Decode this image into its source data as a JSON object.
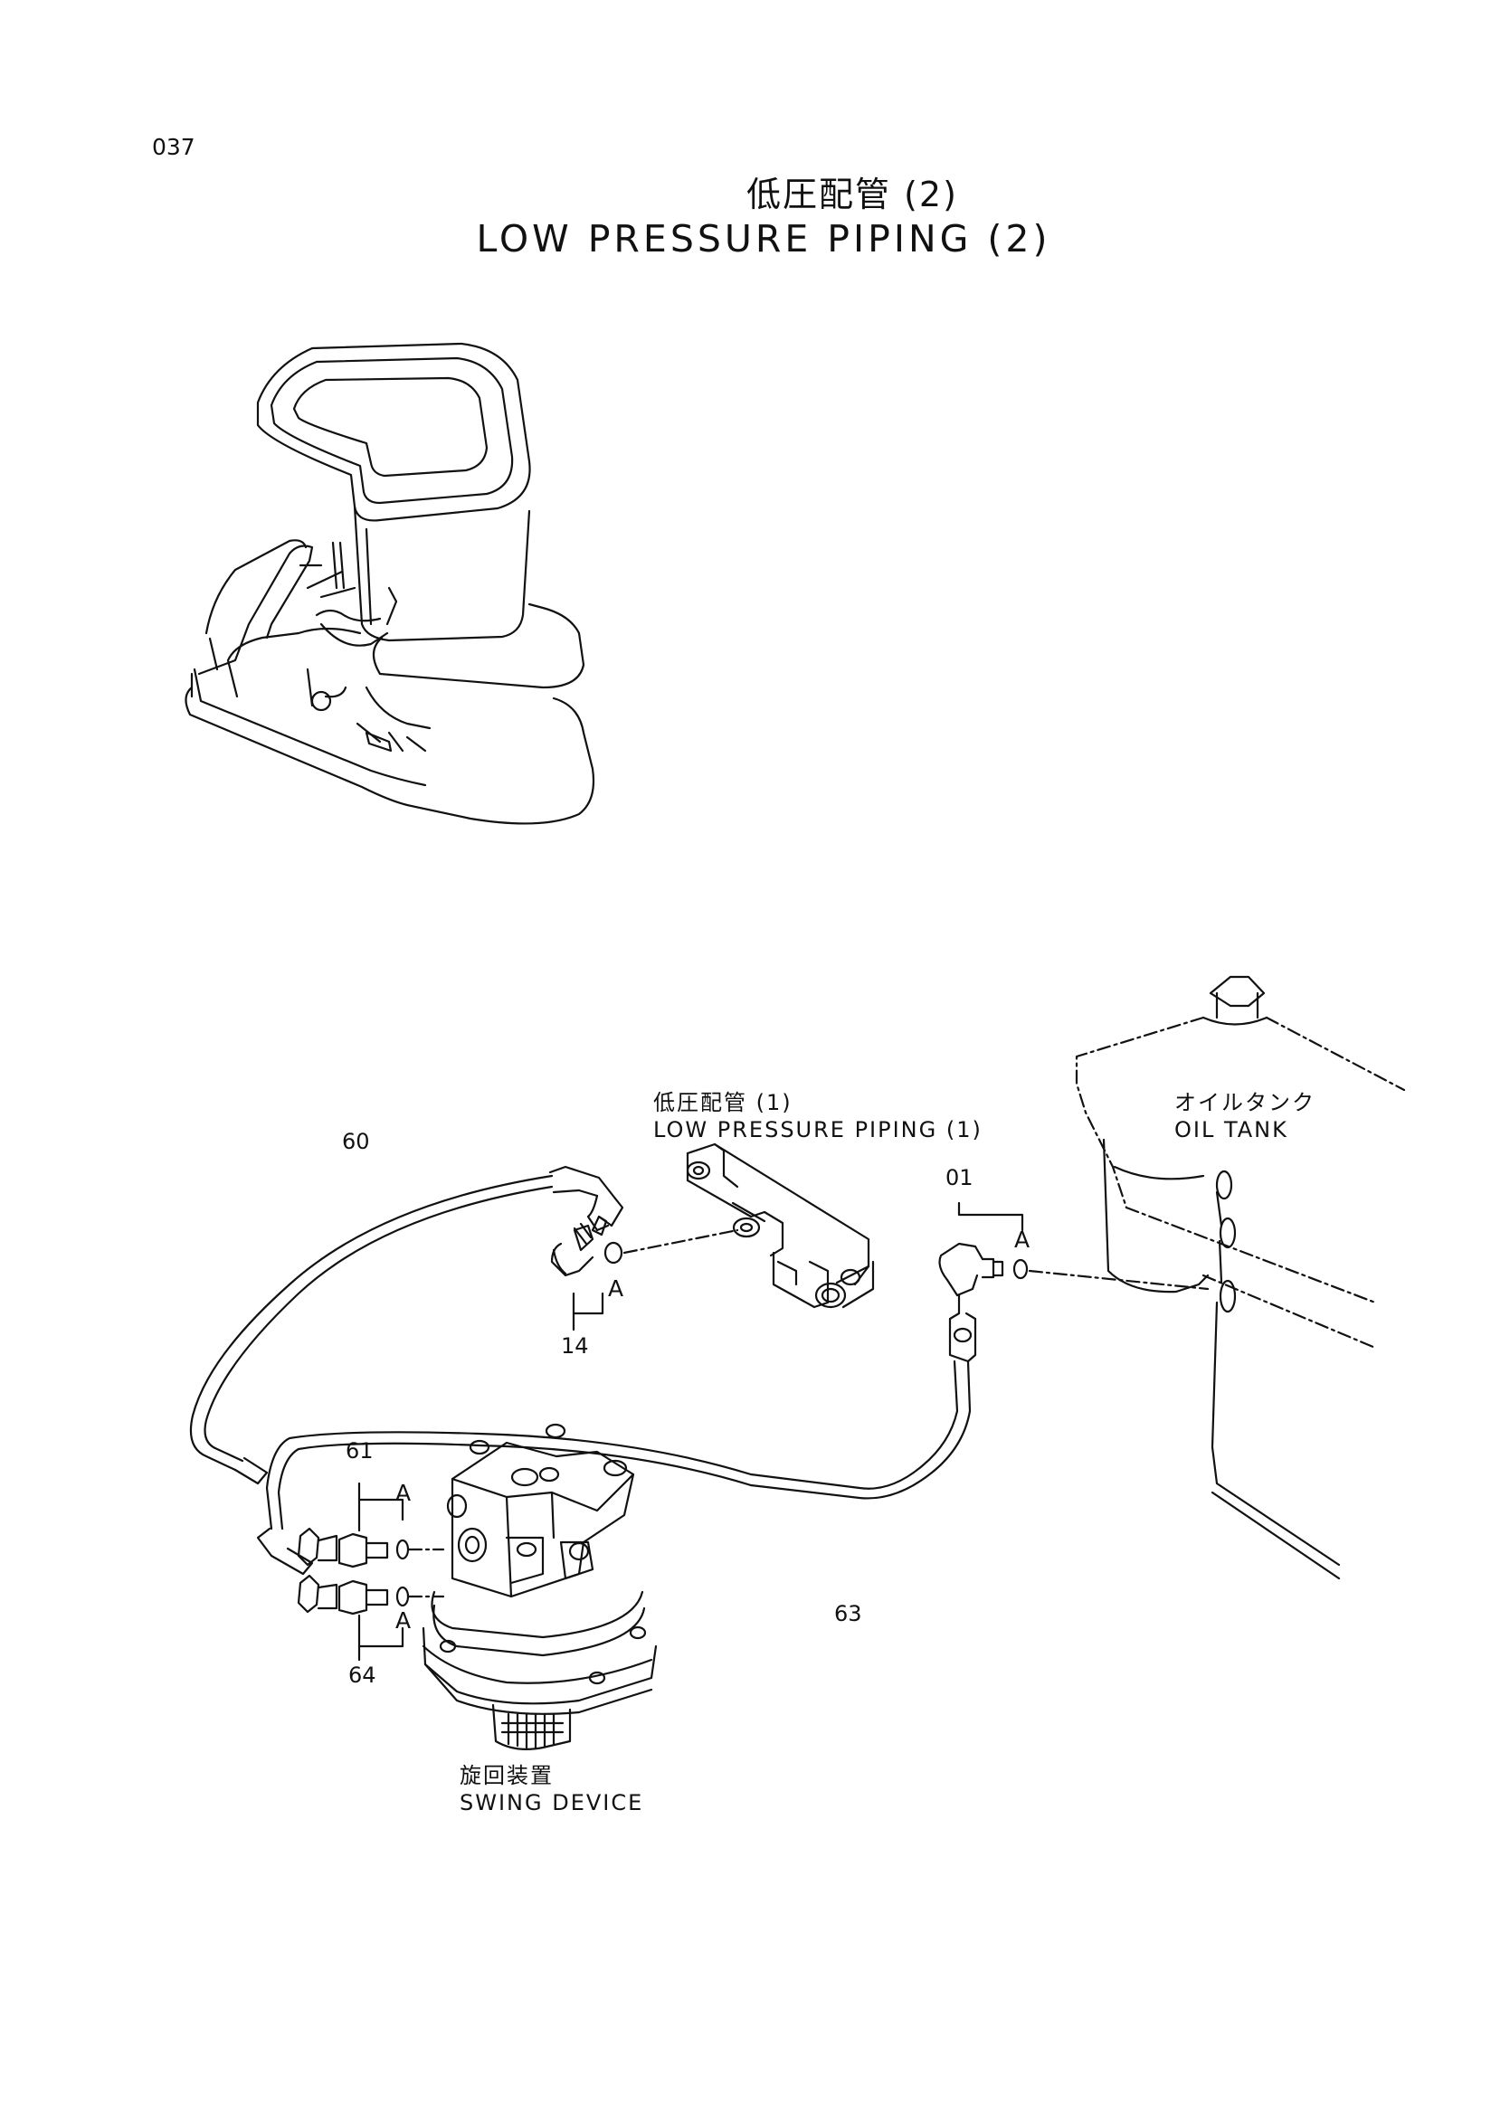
{
  "page_number": "037",
  "title": {
    "japanese": "低圧配管 (2)",
    "english": "LOW PRESSURE PIPING (2)"
  },
  "callouts": {
    "low_pressure_piping_1": {
      "ja": "低圧配管 (1)",
      "en": "LOW PRESSURE PIPING (1)"
    },
    "oil_tank": {
      "ja": "オイルタンク",
      "en": "OIL TANK"
    },
    "swing_device": {
      "ja": "旋回装置",
      "en": "SWING DEVICE"
    }
  },
  "part_numbers": {
    "hose_60": "60",
    "fitting_14": "14",
    "elbow_01": "01",
    "fitting_61": "61",
    "fitting_64": "64",
    "hose_63": "63"
  },
  "detail_marker": "A",
  "colors": {
    "ink": "#111111",
    "background": "#ffffff"
  }
}
